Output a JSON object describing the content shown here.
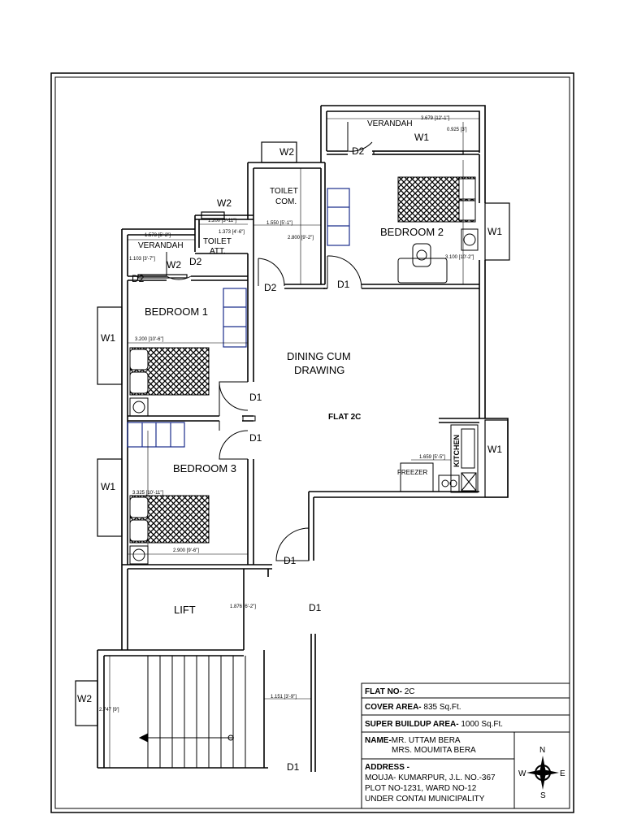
{
  "rooms": {
    "verandah_top": "VERANDAH",
    "toilet_com": [
      "TOILET",
      "COM."
    ],
    "bedroom2": "BEDROOM 2",
    "verandah_left": "VERANDAH",
    "toilet_att": [
      "TOILET",
      "ATT."
    ],
    "bedroom1": "BEDROOM 1",
    "dining": [
      "DINING CUM",
      "DRAWING"
    ],
    "flat": "FLAT 2C",
    "bedroom3": "BEDROOM 3",
    "kitchen": "KITCHEN",
    "freezer": "FREEZER",
    "lift": "LIFT"
  },
  "openings": {
    "w1": "W1",
    "w2": "W2",
    "d1": "D1",
    "d2": "D2"
  },
  "dimensions": {
    "verandah_top_len": "3.679 [12'-1\"]",
    "verandah_top_w": "0.925 [3']",
    "toilet_com_w": "1.550 [5'-1\"]",
    "toilet_com_h": "2.800 [9'-2\"]",
    "bedroom2_w": "3.100 [10'-2\"]",
    "toilet_att_w": "1.200 [3'-11\"]",
    "toilet_att_h": "1.373 [4'-6\"]",
    "verandah_left_len": "1.573 [5'-2\"]",
    "verandah_left_w": "1.103 [3'-7\"]",
    "bedroom1_len": "3.200 [10'-6\"]",
    "kitchen_w": "1.659 [5'-5\"]",
    "bedroom3_len": "3.325 [10'-11\"]",
    "bedroom3_w": "2.900 [9'-6\"]",
    "lift_w": "1.876 [6'-2\"]",
    "stair_w": "2.747 [9']",
    "stair_gap": "1.151 [3'-9\"]"
  },
  "title_block": {
    "flat_no_label": "FLAT NO-",
    "flat_no_value": " 2C",
    "cover_area_label": "COVER AREA-",
    "cover_area_value": " 835 Sq.Ft.",
    "super_area_label": "SUPER BUILDUP AREA-",
    "super_area_value": " 1000 Sq.Ft.",
    "name_label": "NAME-",
    "name_line1": "MR. UTTAM BERA",
    "name_line2": "MRS. MOUMITA BERA",
    "address_label": "ADDRESS -",
    "address_line1": "MOUJA- KUMARPUR, J.L. NO.-367",
    "address_line2": "PLOT NO-1231, WARD NO-12",
    "address_line3": "UNDER CONTAI MUNICIPALITY"
  },
  "compass": {
    "n": "N",
    "s": "S",
    "e": "E",
    "w": "W"
  }
}
